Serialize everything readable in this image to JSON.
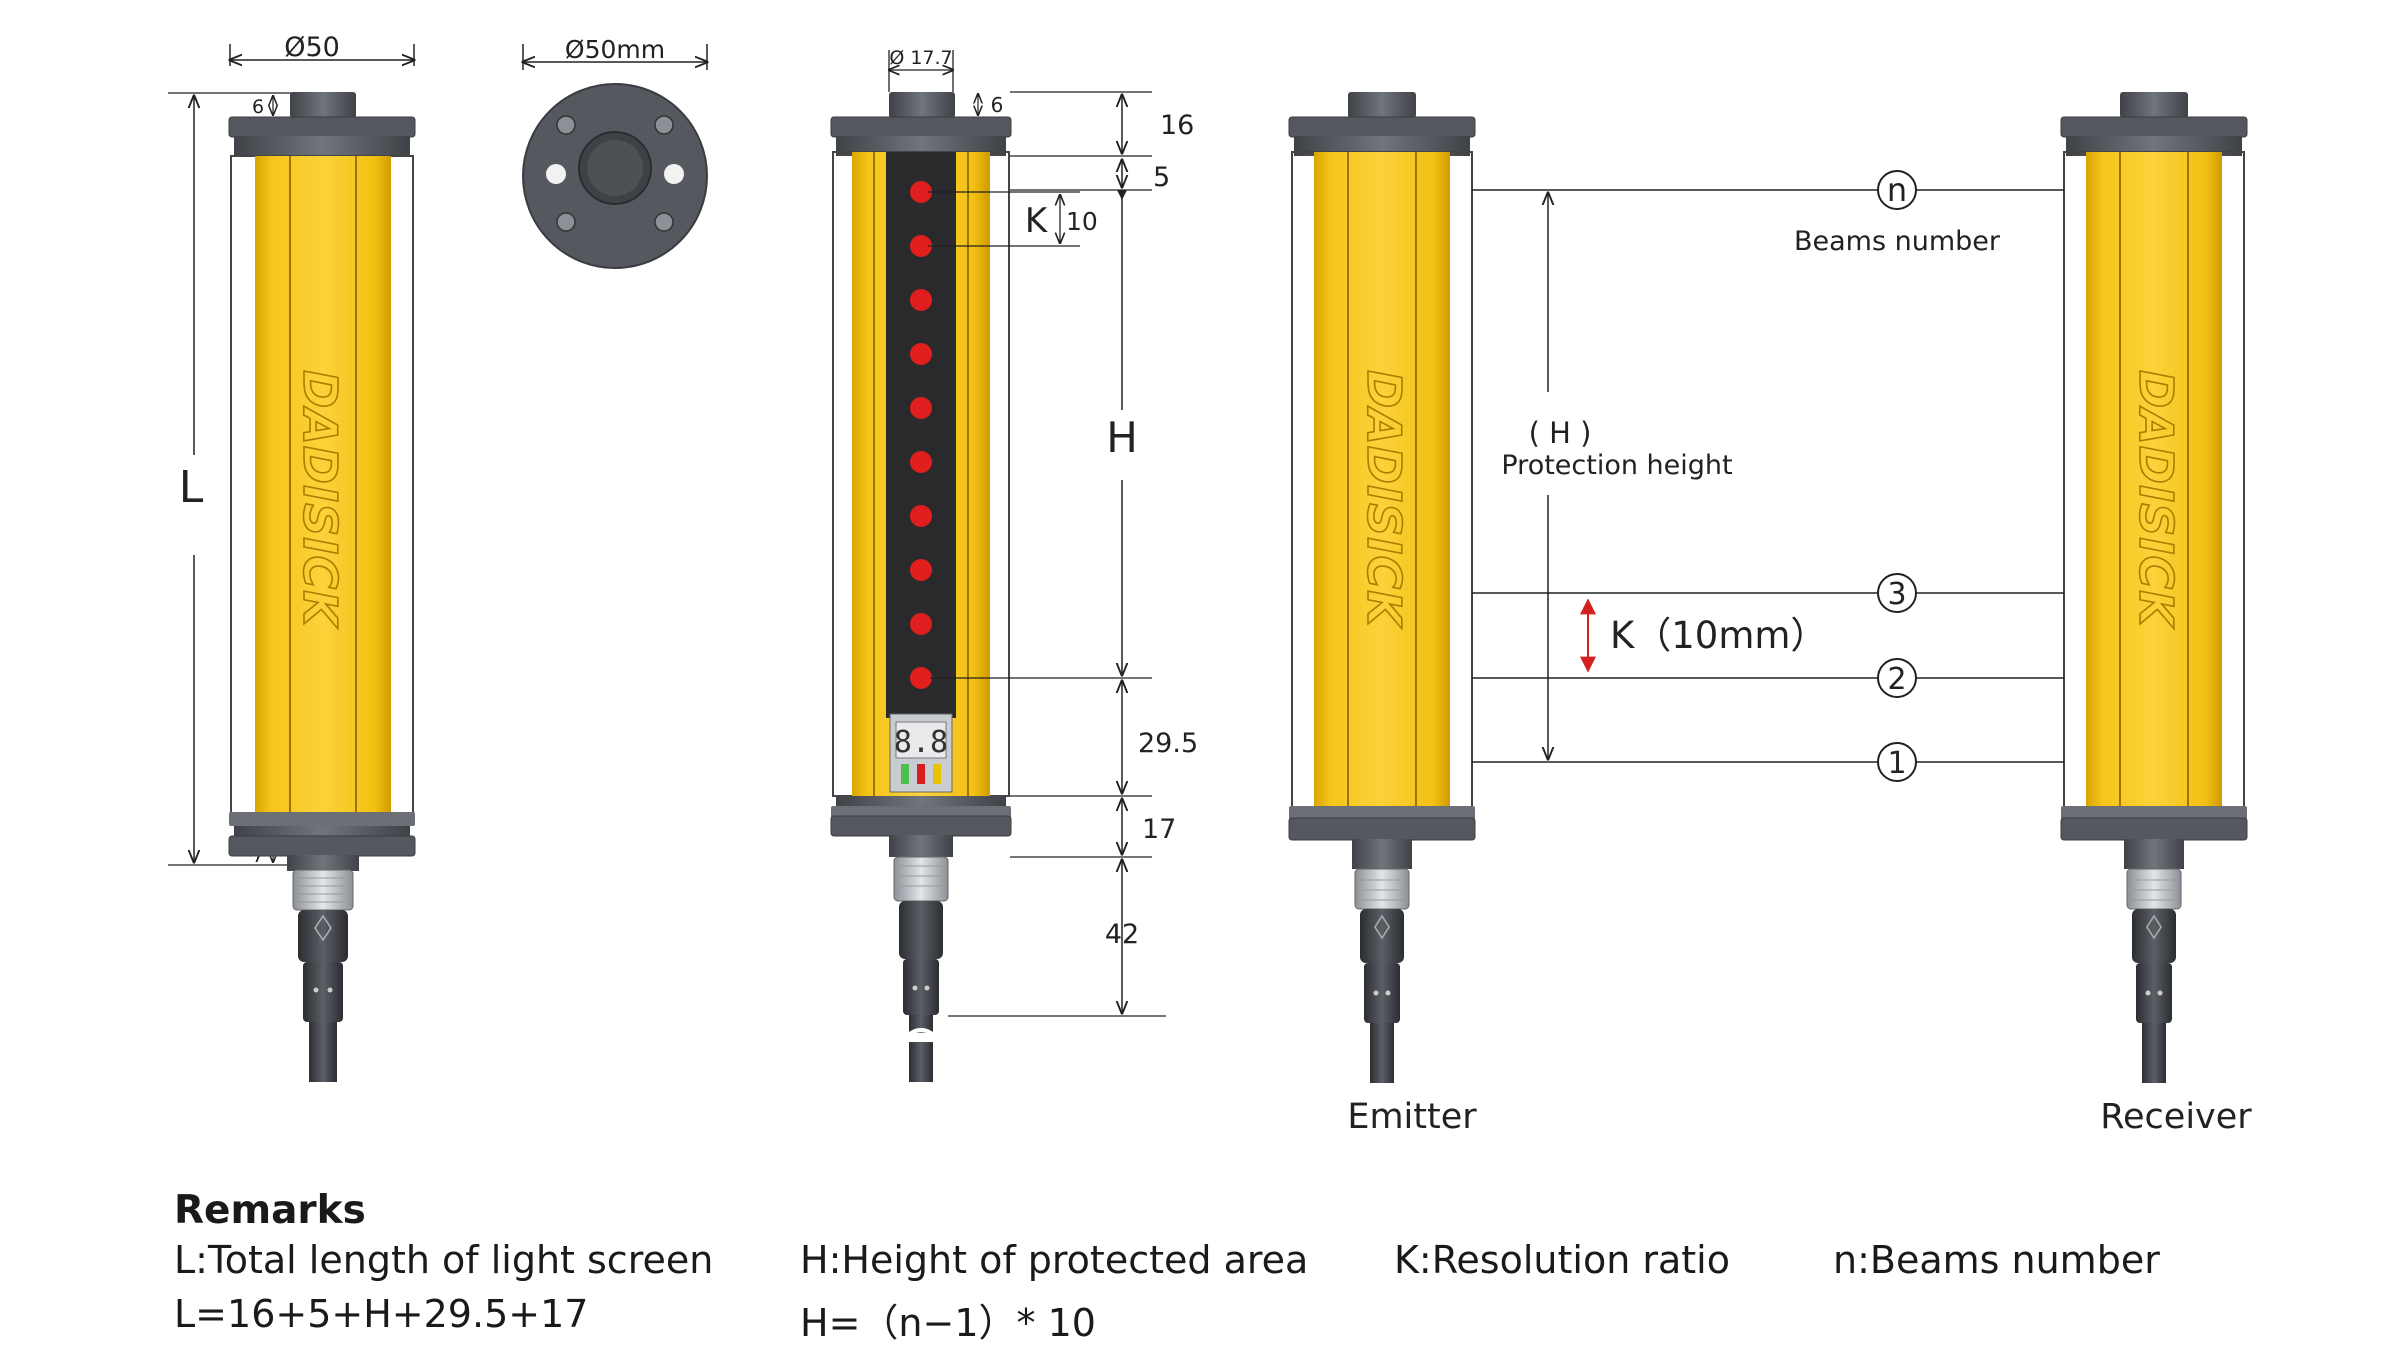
{
  "brand": "DADISICK",
  "colors": {
    "yellow": "#f5c518",
    "grey": "#5b5f66",
    "dark": "#2e2e30",
    "red_led": "#e01e1e",
    "line": "#222222",
    "dim_red": "#d42020"
  },
  "side_view": {
    "diameter_label": "Ø50",
    "top_offset_label": "6",
    "bottom_offset_label": "7",
    "length_label": "L"
  },
  "top_view": {
    "diameter_label": "Ø50mm"
  },
  "front_view": {
    "window_label": "Ø 17.7",
    "cap_label": "6",
    "dims": [
      "16",
      "5",
      "H",
      "29.5",
      "17",
      "42"
    ],
    "k_label": "K",
    "k_value": "10",
    "display_digits": "8.8"
  },
  "pair_view": {
    "beam_labels": [
      "n",
      "3",
      "2",
      "1"
    ],
    "beams_caption": "Beams number",
    "h_label": "( H )",
    "h_caption": "Protection height",
    "k_caption": "K（10mm）",
    "emitter_label": "Emitter",
    "receiver_label": "Receiver"
  },
  "remarks": {
    "title": "Remarks",
    "l_def": "L:Total length of light screen",
    "h_def": "H:Height of protected area",
    "k_def": "K:Resolution ratio",
    "n_def": "n:Beams number",
    "l_formula": "L=16+5+H+29.5+17",
    "h_formula": "H=（n−1）* 10"
  }
}
